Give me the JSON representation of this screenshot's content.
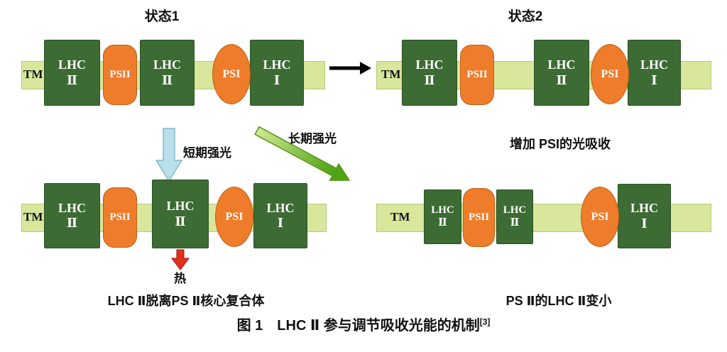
{
  "figure": {
    "title_state1": "状态1",
    "title_state2": "状态2",
    "arrow_short_label": "短期强光",
    "arrow_long_label": "长期强光",
    "note_psi": "增加 PSI的光吸收",
    "heat_label": "热",
    "caption_left": "LHC Ⅱ脱离PS Ⅱ核心复合体",
    "caption_right": "PS Ⅱ的LHC Ⅱ变小",
    "main_caption": "图 1　LHC Ⅱ 参与调节吸收光能的机制",
    "main_caption_ref": "[3]"
  },
  "labels": {
    "tm": "TM",
    "lhc": "LHC",
    "roman_two": "Ⅱ",
    "roman_one": "Ⅰ",
    "psii": "PSII",
    "psi": "PSI"
  },
  "colors": {
    "membrane": "#d9e79c",
    "membrane_border": "#b8c87c",
    "complex_green": "#3c6b33",
    "complex_green_border": "#2a5224",
    "complex_orange": "#ee7c2b",
    "complex_orange_border": "#c05f14",
    "arrow_black": "#000000",
    "arrow_blue_fill": "#b9dfe9",
    "arrow_blue_border": "#85b9c9",
    "arrow_green_start": "#d4ed9a",
    "arrow_green_end": "#4fa313",
    "arrow_red": "#e2301d",
    "text_dark": "#111111",
    "box_text": "#ffffff"
  }
}
